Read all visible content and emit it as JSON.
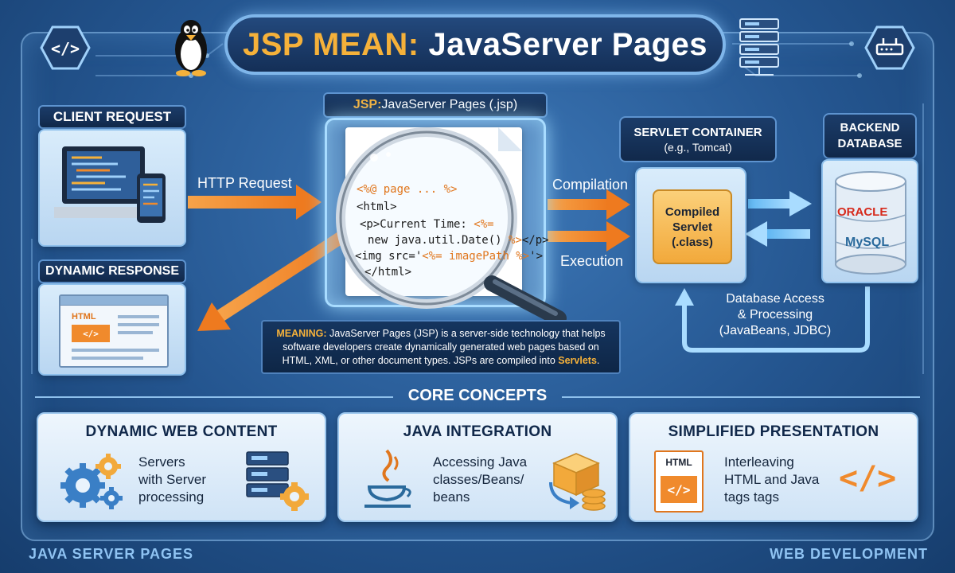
{
  "title": {
    "part1": "JSP MEAN:",
    "part2": "JavaServer Pages"
  },
  "client": {
    "label": "CLIENT REQUEST"
  },
  "response": {
    "label": "DYNAMIC RESPONSE",
    "html_tag": "HTML",
    "code_tag": "</>"
  },
  "jsp": {
    "label_prefix": "JSP:",
    "label_rest": " JavaServer Pages (.jsp)",
    "code": {
      "line1": "<%@ page ... %>",
      "line2": "<html>",
      "line3a": "<p>Current Time: ",
      "line3b": "<%=",
      "line4a": "new java.util.Date() ",
      "line4b": "%>",
      "line4c": "</p>",
      "line5a": "<img src='",
      "line5b": "<%= imagePath %>",
      "line5c": "'>",
      "line6": "</html>"
    }
  },
  "arrows": {
    "http_request": "HTTP Request",
    "compilation": "Compilation",
    "execution": "Execution",
    "database_access": [
      "Database Access",
      "& Processing",
      "(JavaBeans, JDBC)"
    ]
  },
  "servlet": {
    "label": "SERVLET CONTAINER",
    "sublabel": "(e.g., Tomcat)",
    "compiled": [
      "Compiled",
      "Servlet",
      "(.class)"
    ]
  },
  "database": {
    "label": [
      "BACKEND",
      "DATABASE"
    ],
    "oracle": "ORACLE",
    "mysql": "MySQL"
  },
  "meaning": {
    "prefix": "MEANING:",
    "text1": " JavaServer Pages (JSP) is a server-side technology that helps software developers create dynamically generated web pages based on HTML, XML, or other document types. JSPs are compiled into ",
    "highlight": "Servlets",
    "text2": "."
  },
  "core_concepts": {
    "title": "CORE CONCEPTS",
    "cards": [
      {
        "title": "DYNAMIC WEB CONTENT",
        "lines": [
          "Servers",
          "with Server",
          "processing"
        ]
      },
      {
        "title": "JAVA INTEGRATION",
        "lines": [
          "Accessing Java",
          "classes/Beans/",
          "beans"
        ]
      },
      {
        "title": "SIMPLIFIED PRESENTATION",
        "lines": [
          "Interleaving",
          "HTML and Java",
          "tags tags"
        ],
        "icon_tag": "HTML",
        "icon_code": "</>",
        "big_code": "</>"
      }
    ]
  },
  "footer": {
    "left": "JAVA SERVER PAGES",
    "right": "WEB DEVELOPMENT"
  },
  "top_left_badge": "</>",
  "colors": {
    "accent": "#f5b13a",
    "arrow": "#f08a2c",
    "frame": "#8ec0ec",
    "background": "#24558f"
  }
}
